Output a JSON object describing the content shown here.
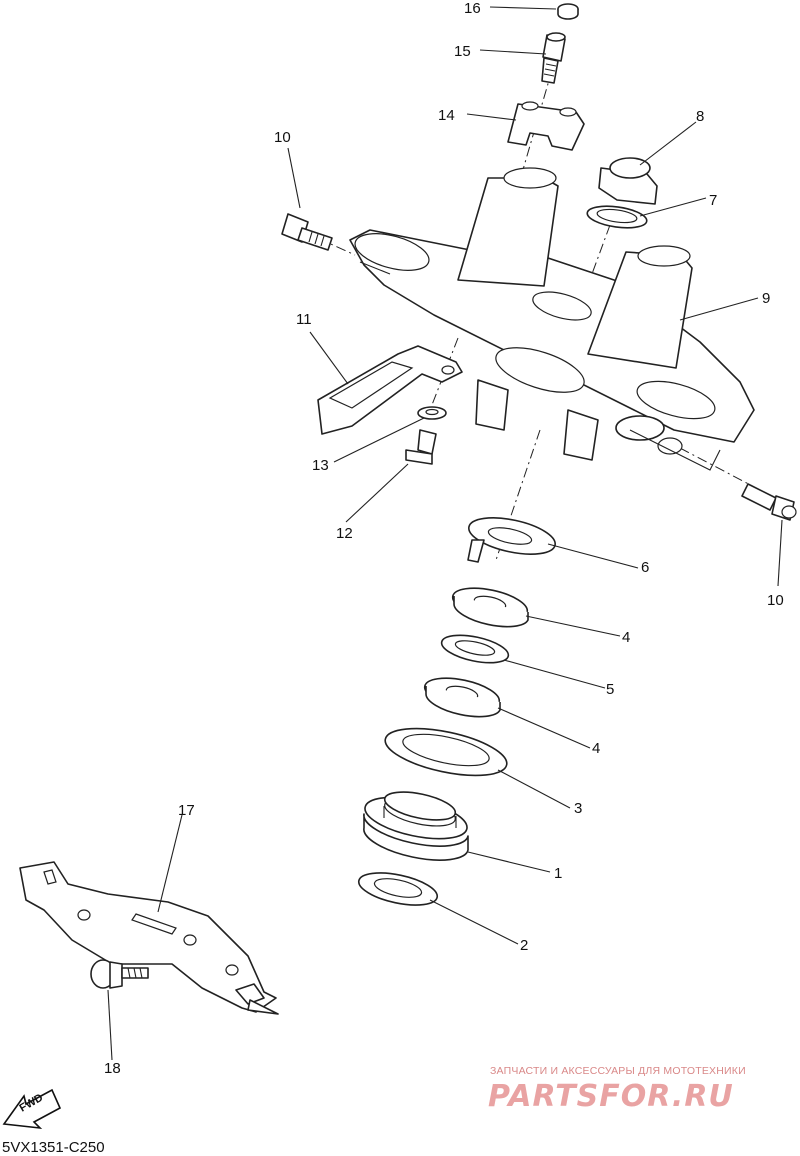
{
  "diagram": {
    "drawing_code": "5VX1351-C250",
    "callouts": {
      "p1": "1",
      "p2": "2",
      "p3": "3",
      "p4a": "4",
      "p4b": "4",
      "p5": "5",
      "p6": "6",
      "p7": "7",
      "p8": "8",
      "p9": "9",
      "p10a": "10",
      "p10b": "10",
      "p11": "11",
      "p12": "12",
      "p13": "13",
      "p14": "14",
      "p15": "15",
      "p16": "16",
      "p17": "17",
      "p18": "18"
    },
    "fwd_label": "FWD",
    "watermark": {
      "tagline": "ЗАПЧАСТИ И АКСЕССУАРЫ ДЛЯ МОТОТЕХНИКИ",
      "brand": "PARTSFOR.RU",
      "color": "#e9a3a3"
    }
  }
}
